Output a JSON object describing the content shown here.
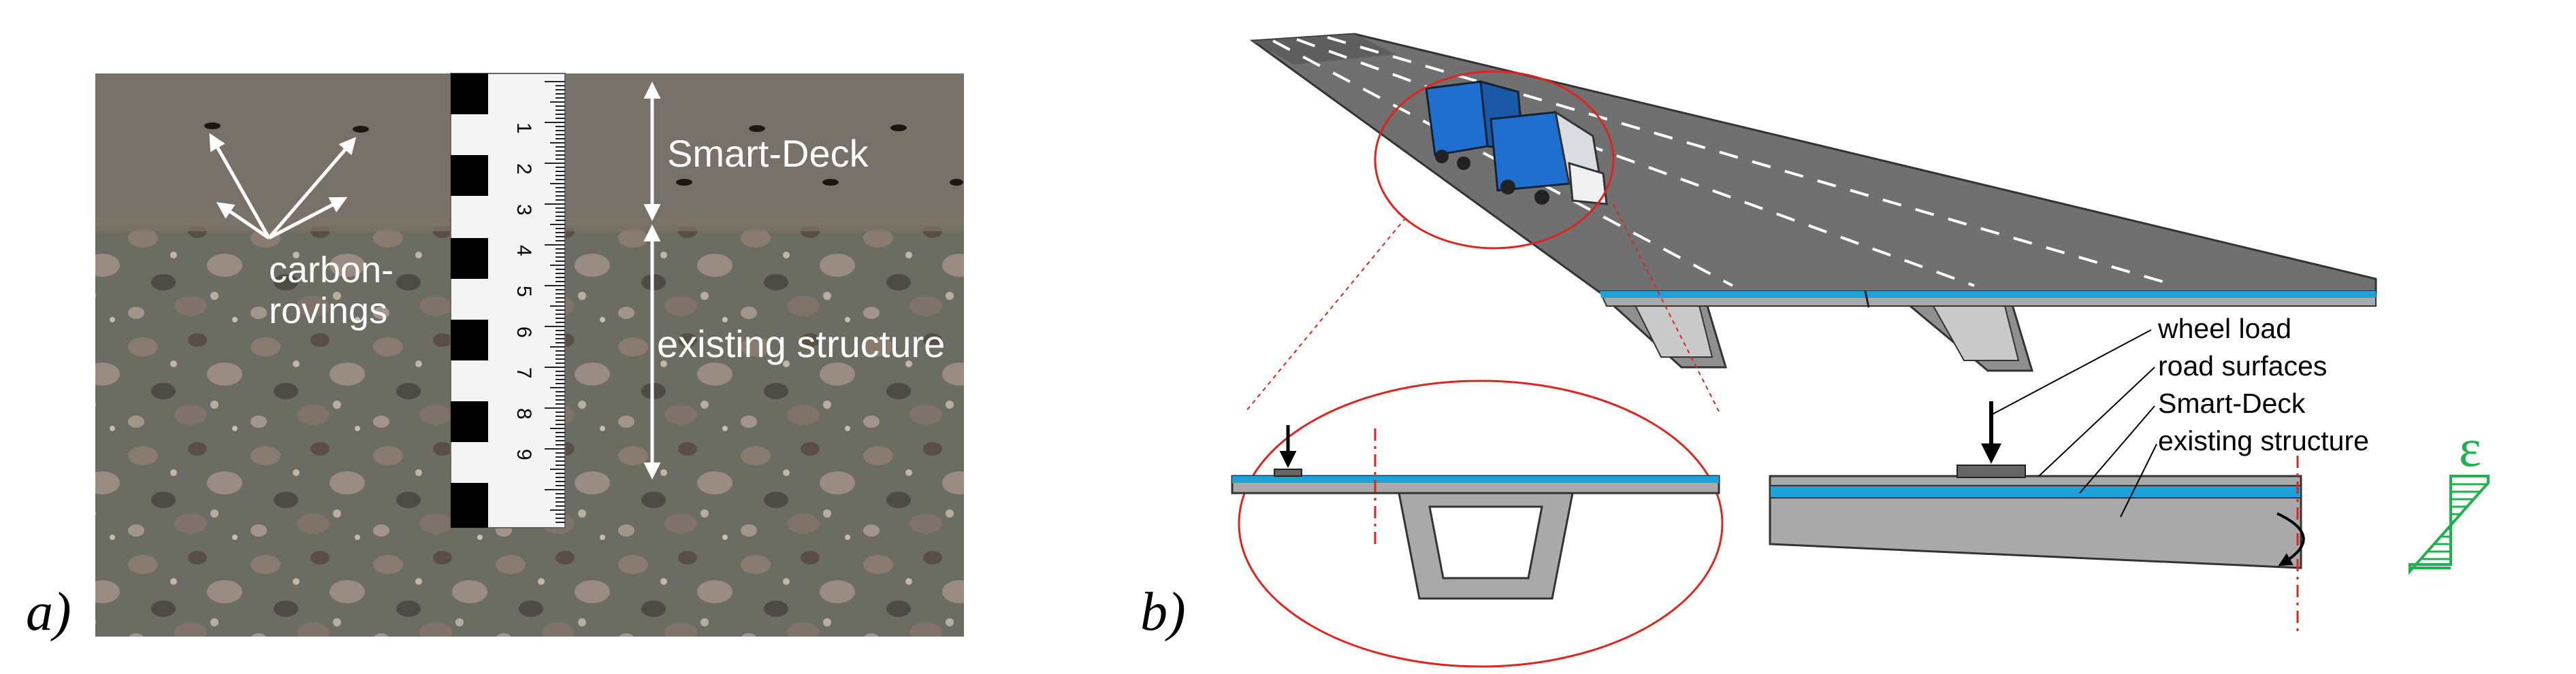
{
  "panel_a": {
    "label": "a)",
    "ruler_numbers": [
      "1",
      "2",
      "3",
      "4",
      "5",
      "6",
      "7",
      "8",
      "9"
    ],
    "annotations": {
      "smart_deck": "Smart-Deck",
      "carbon_rovings_line1": "carbon-",
      "carbon_rovings_line2": "rovings",
      "existing_structure": "existing structure"
    }
  },
  "panel_b": {
    "label": "b)",
    "callouts": {
      "wheel_load": "wheel load",
      "road_surfaces": "road surfaces",
      "smart_deck": "Smart-Deck",
      "existing_structure": "existing structure"
    },
    "strain_symbol": "ε"
  },
  "colors": {
    "smart_deck_blue": "#1ea0d8",
    "deck_gray": "#a9a9a9",
    "truck_blue": "#1f6fd1",
    "strain_green": "#1fb050",
    "section_red": "#e0231d",
    "photo_upper_layer": "#77716a",
    "photo_lower_layer": "#6c6d63"
  }
}
